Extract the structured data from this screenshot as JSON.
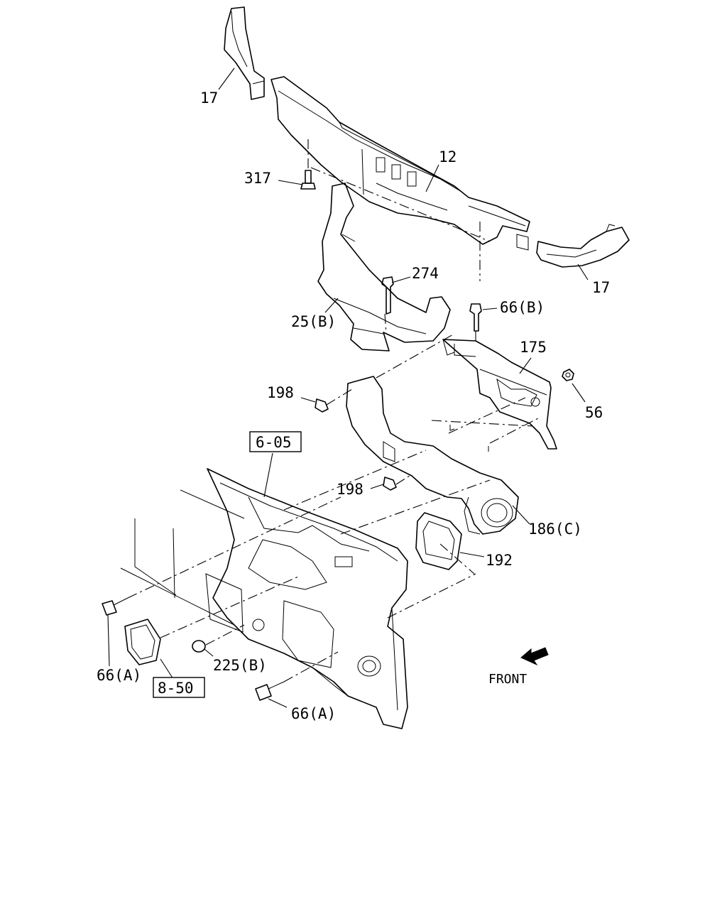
{
  "callouts": {
    "c17_top": "17",
    "c17_right": "17",
    "c12": "12",
    "c317": "317",
    "c274": "274",
    "c25b": "25(B)",
    "c66b": "66(B)",
    "c175": "175",
    "c198_top": "198",
    "c56": "56",
    "c198_mid": "198",
    "c186c": "186(C)",
    "c192": "192",
    "c66a_left": "66(A)",
    "c225b": "225(B)",
    "c66a_bottom": "66(A)"
  },
  "refs": {
    "r605": "6-05",
    "r850": "8-50"
  },
  "front_label": "FRONT"
}
